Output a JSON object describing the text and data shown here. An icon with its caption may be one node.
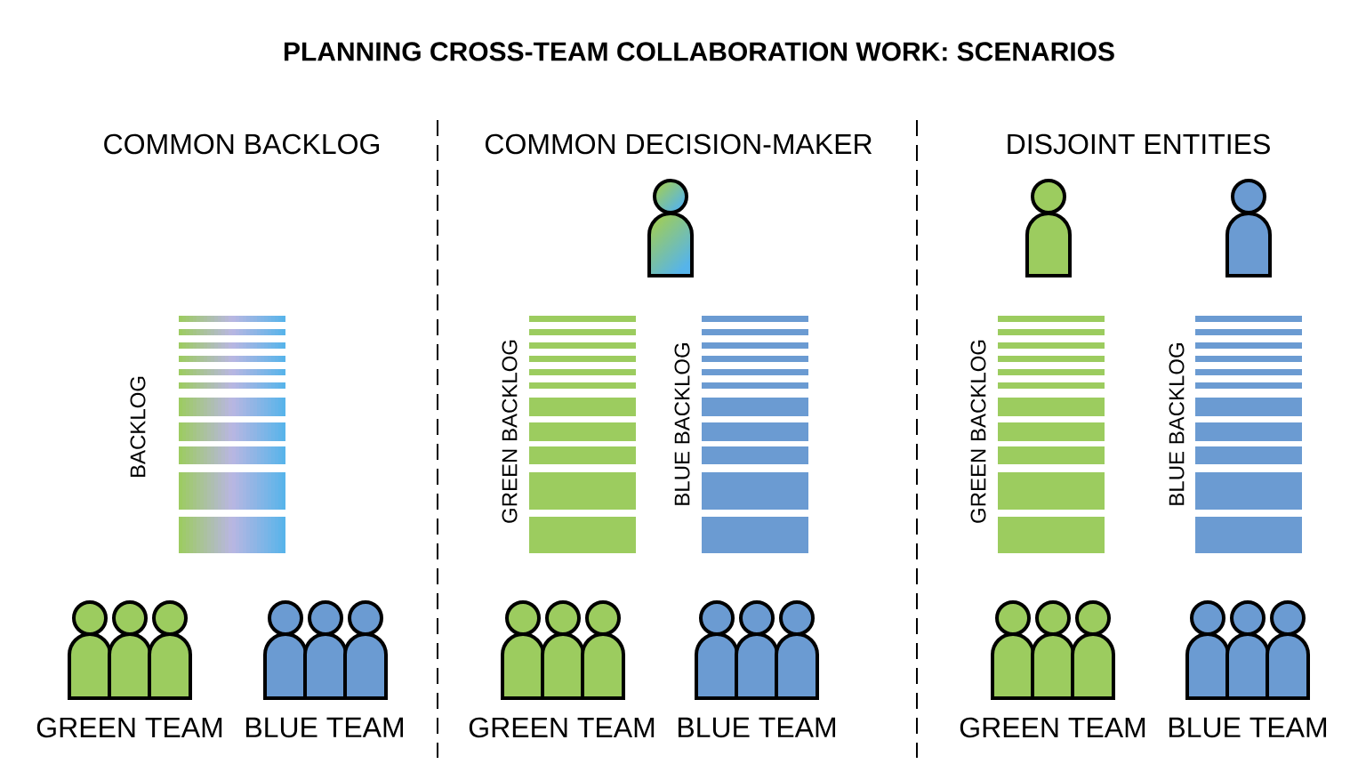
{
  "diagram": {
    "title": "PLANNING CROSS-TEAM COLLABORATION WORK: SCENARIOS",
    "nodes": [
      {
        "text": [],
        "shape": "bar",
        "beside": [
          "BACKLOG"
        ]
      },
      {
        "text": [],
        "shape": "person",
        "beside": [
          "GREEN TEAM"
        ]
      },
      {
        "text": [],
        "shape": "person",
        "beside": [
          "BLUE TEAM"
        ]
      },
      {
        "text": [],
        "shape": "person"
      },
      {
        "text": [],
        "shape": "bar",
        "beside": [
          "GREEN BACKLOG"
        ]
      },
      {
        "text": [],
        "shape": "bar",
        "beside": [
          "BLUE BACKLOG"
        ]
      },
      {
        "text": [],
        "shape": "person",
        "beside": [
          "GREEN TEAM"
        ]
      },
      {
        "text": [],
        "shape": "person",
        "beside": [
          "BLUE TEAM"
        ]
      },
      {
        "text": [],
        "shape": "person"
      },
      {
        "text": [],
        "shape": "person"
      },
      {
        "text": [],
        "shape": "bar",
        "beside": [
          "GREEN BACKLOG"
        ]
      },
      {
        "text": [],
        "shape": "bar",
        "beside": [
          "BLUE BACKLOG"
        ]
      },
      {
        "text": [],
        "shape": "person",
        "beside": [
          "GREEN TEAM"
        ]
      },
      {
        "text": [],
        "shape": "person",
        "beside": [
          "BLUE TEAM"
        ]
      }
    ],
    "labels": [
      "COMMON BACKLOG",
      "COMMON DECISION-MAKER",
      "DISJOINT ENTITIES"
    ]
  }
}
